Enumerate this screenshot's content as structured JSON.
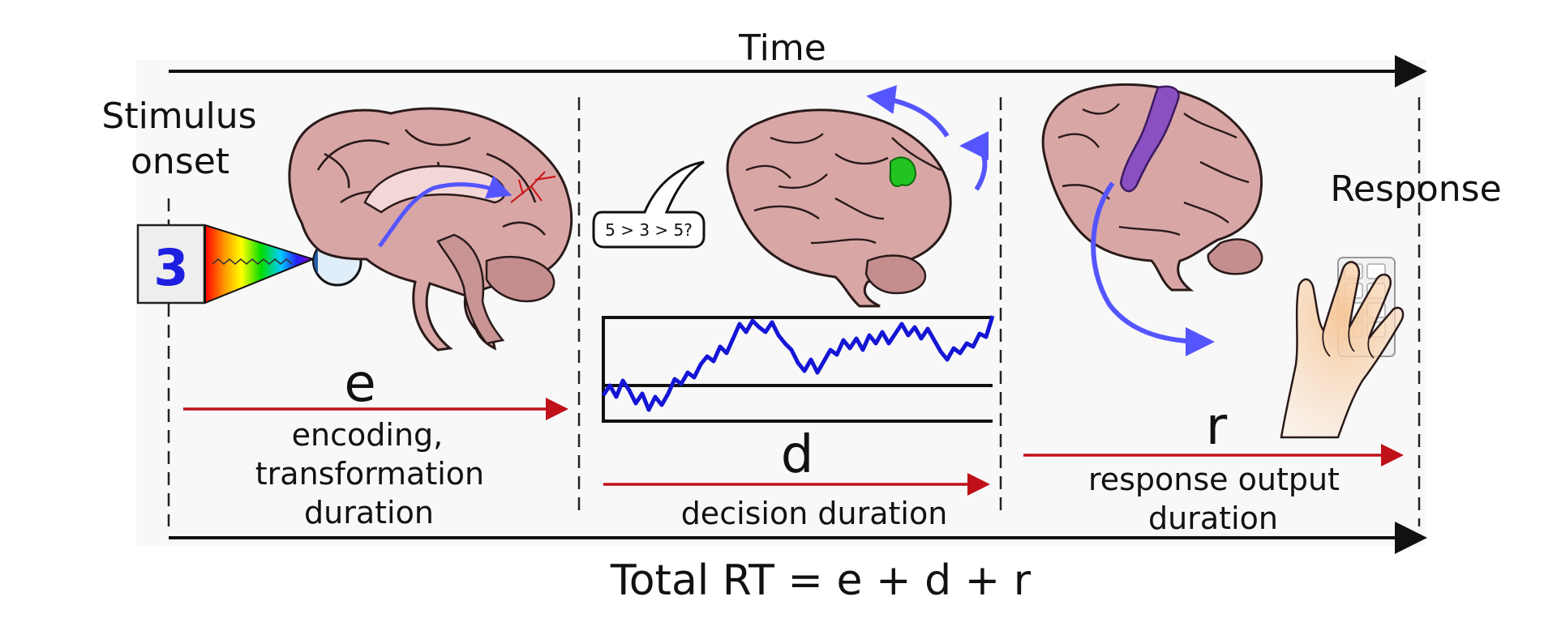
{
  "labels": {
    "time": "Time",
    "stimulus_line1": "Stimulus",
    "stimulus_line2": "onset",
    "response": "Response",
    "total": "Total RT = e + d + r"
  },
  "stimulus": {
    "digit": "3"
  },
  "thought_bubble": "5 > 3 > 5?",
  "stages": [
    {
      "symbol": "e",
      "desc": [
        "encoding,",
        "transformation",
        "duration"
      ]
    },
    {
      "symbol": "d",
      "desc": [
        "decision duration"
      ]
    },
    {
      "symbol": "r",
      "desc": [
        "response output",
        "duration"
      ]
    }
  ],
  "colors": {
    "stage_arrow": "#c0101a",
    "timeline_arrow": "#111111",
    "signal_arrow": "#5555ff",
    "random_walk": "#1515d6",
    "brain": "#d9a6a6",
    "motor_cortex": "#8a4fc0",
    "decision_area": "#22c422",
    "panel_bg": "#f7f7f7"
  },
  "icons": [
    "brain-sagittal-icon",
    "eye-icon",
    "spectrum-cone-icon",
    "brain-lateral-icon",
    "speech-bubble-icon",
    "hand-icon",
    "keyboard-icon"
  ]
}
